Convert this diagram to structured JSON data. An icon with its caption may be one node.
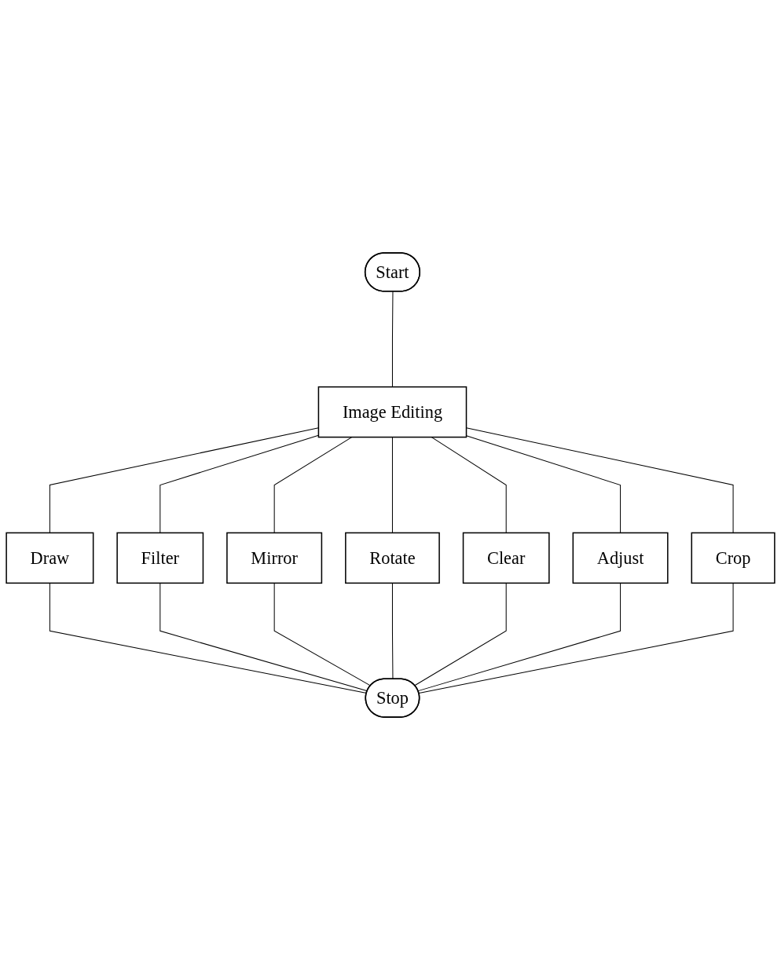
{
  "diagram": {
    "nodes": [
      {
        "text": [
          "Start"
        ]
      },
      {
        "text": [
          "Image Editing"
        ]
      },
      {
        "text": [
          "Draw"
        ]
      },
      {
        "text": [
          "Crop"
        ]
      },
      {
        "text": [
          "Filter"
        ]
      },
      {
        "text": [
          "Adjust"
        ]
      },
      {
        "text": [
          "Mirror"
        ]
      },
      {
        "text": [
          "Rotate"
        ]
      },
      {
        "text": [
          "Clear"
        ]
      },
      {
        "text": [
          "Stop"
        ]
      }
    ],
    "edges": [
      {
        "from": 0,
        "to": 1,
        "arrow": "none"
      },
      {
        "from": 1,
        "to": 2,
        "arrow": "none"
      },
      {
        "from": 1,
        "to": 4,
        "arrow": "none"
      },
      {
        "from": 1,
        "to": 6,
        "arrow": "none"
      },
      {
        "from": 1,
        "to": 7,
        "arrow": "none"
      },
      {
        "from": 1,
        "to": 8,
        "arrow": "none"
      },
      {
        "from": 1,
        "to": 5,
        "arrow": "none"
      },
      {
        "from": 1,
        "to": 3,
        "arrow": "none"
      },
      {
        "from": 2,
        "to": 9,
        "arrow": "none"
      },
      {
        "from": 4,
        "to": 9,
        "arrow": "none"
      },
      {
        "from": 6,
        "to": 9,
        "arrow": "none"
      },
      {
        "from": 7,
        "to": 9,
        "arrow": "none"
      },
      {
        "from": 8,
        "to": 9,
        "arrow": "none"
      },
      {
        "from": 5,
        "to": 9,
        "arrow": "none"
      },
      {
        "from": 3,
        "to": 9,
        "arrow": "none"
      }
    ]
  }
}
